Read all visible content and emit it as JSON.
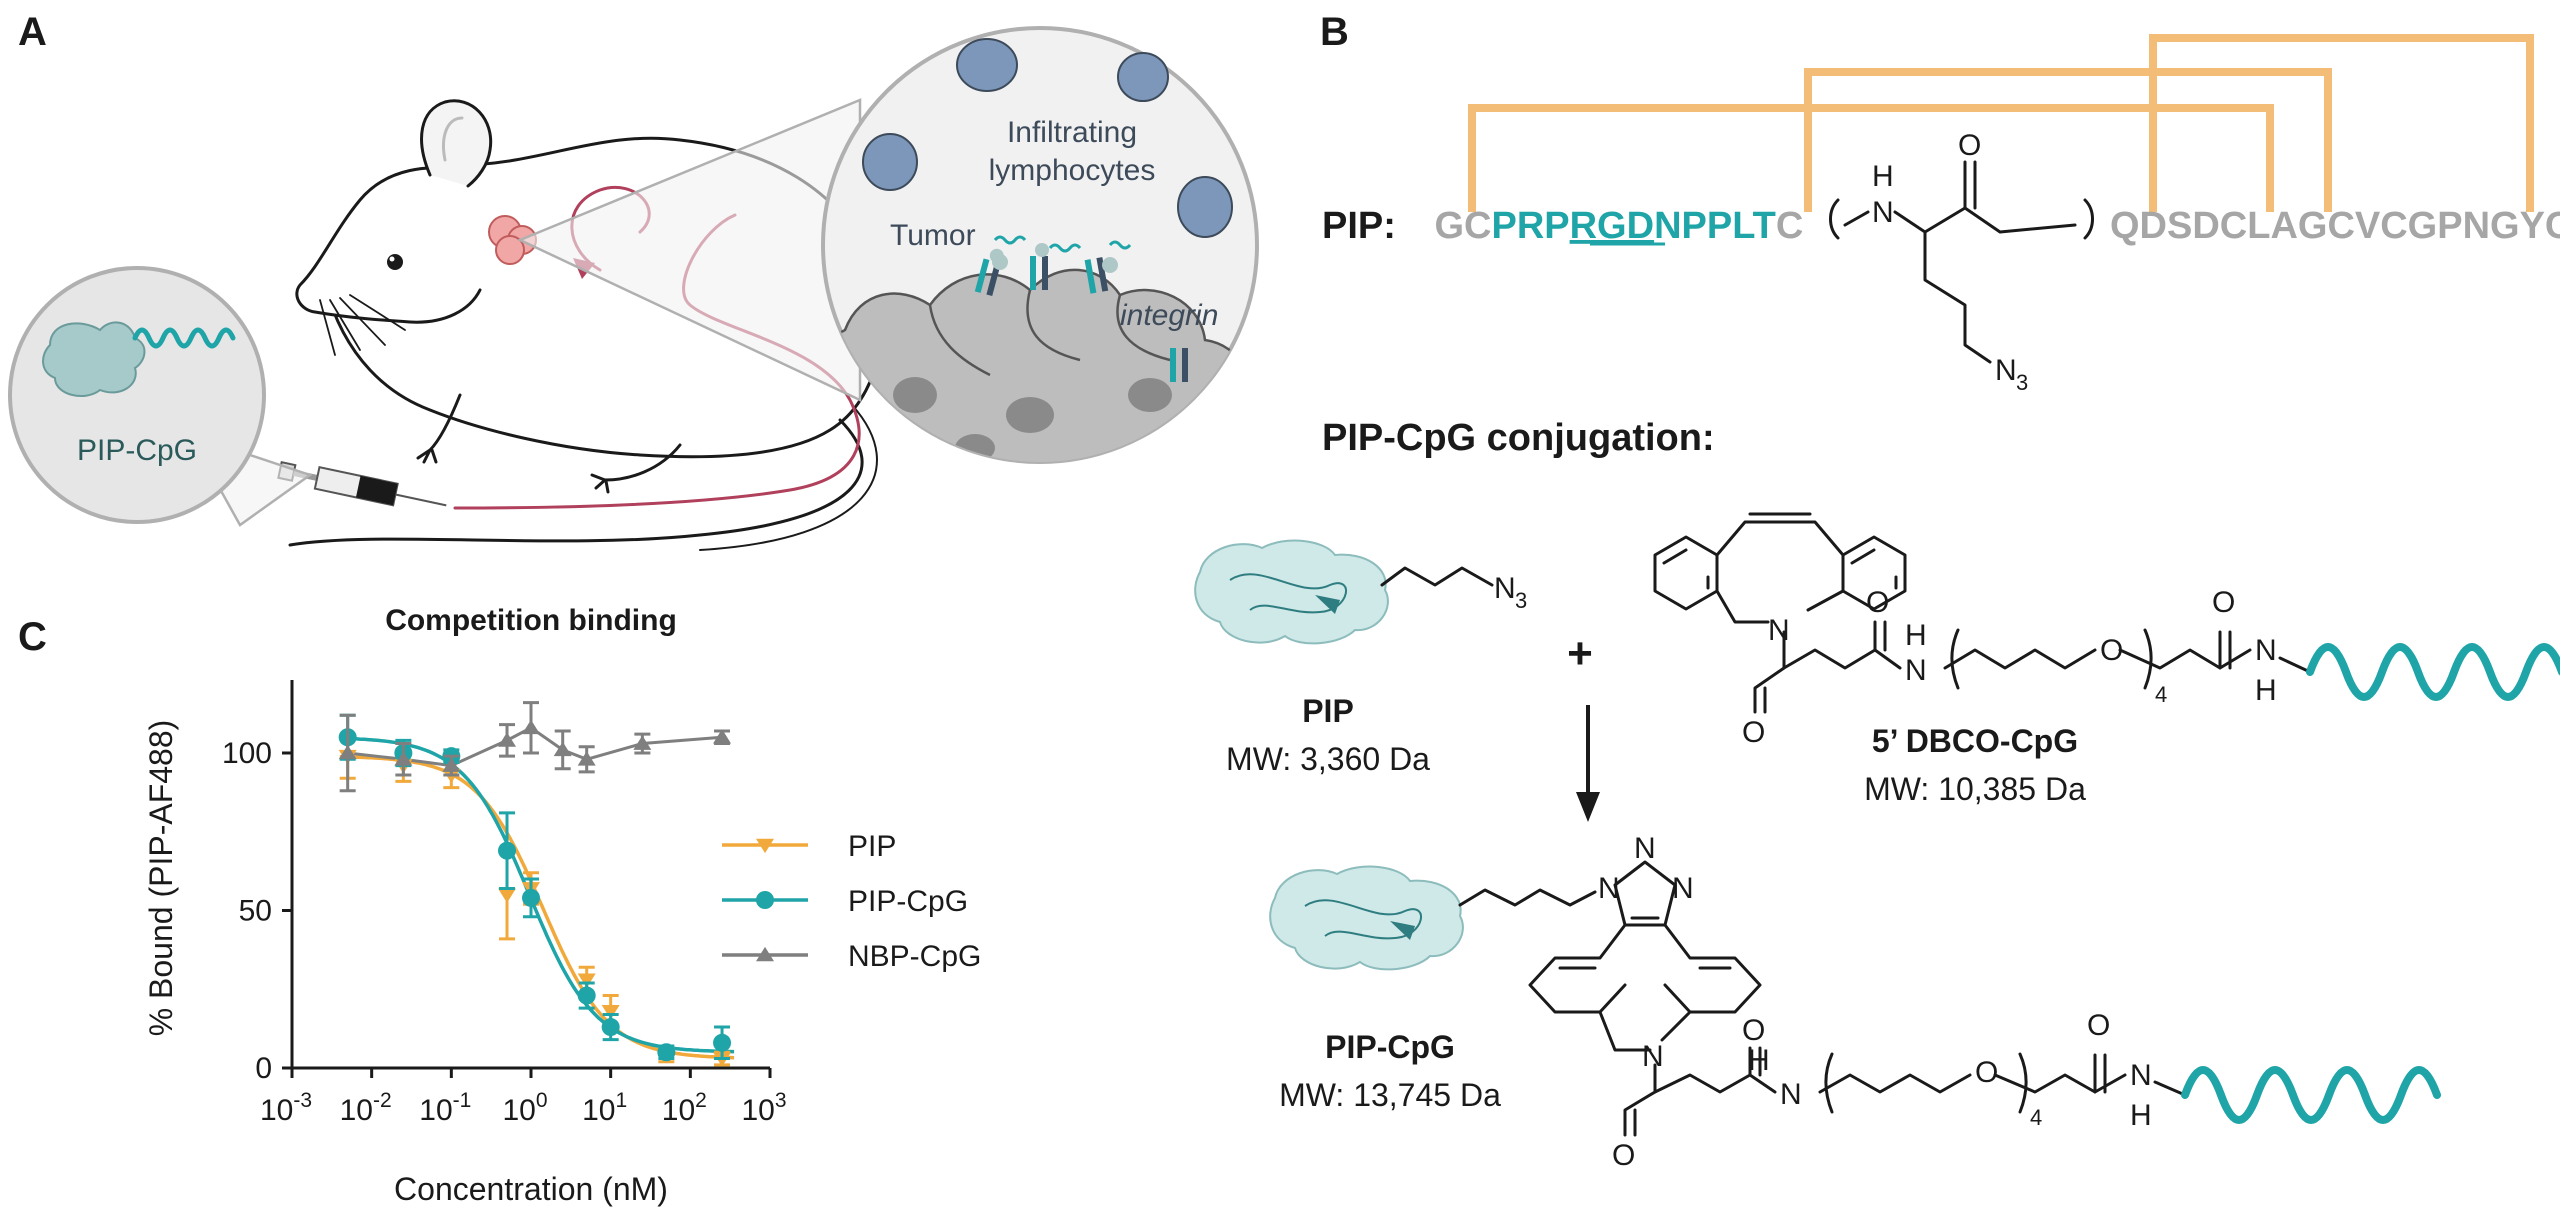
{
  "panels": {
    "a": {
      "label": "A",
      "zoom_text_1": "Infiltrating",
      "zoom_text_2": "lymphocytes",
      "tumor": "Tumor",
      "integrin": "integrin",
      "pip_cpg": "PIP-CpG",
      "colors": {
        "teal": "#1fa4a8",
        "crimson": "#b0405c",
        "cell_blue": "#7c97b9",
        "tumor_gray": "#bdbdbd"
      }
    },
    "b": {
      "label": "B",
      "pip_prefix": "PIP:",
      "seq_1": "GC",
      "seq_2": "PRP",
      "seq_3": "RGD",
      "seq_4": "NPPLT",
      "seq_5": "C",
      "seq_6": "QDSDCLAGCVCGPNGYCG",
      "conj_title": "PIP-CpG conjugation:",
      "plus": "+",
      "pip_name": "PIP",
      "pip_mw": "MW: 3,360 Da",
      "dbco_name": "5’ DBCO-CpG",
      "dbco_mw": "MW: 10,385 Da",
      "pipcpg_name": "PIP-CpG",
      "pipcpg_mw": "MW: 13,745 Da",
      "atoms": {
        "H": "H",
        "O": "O",
        "N": "N",
        "N3": "N",
        "sub3": "3",
        "sub4": "4"
      },
      "colors": {
        "orange": "#f4bd77",
        "teal": "#1fa4a8",
        "gray": "#a6a6a6"
      }
    },
    "c": {
      "label": "C"
    }
  },
  "chart_data": {
    "type": "scatter",
    "title": "Competition binding",
    "xlabel": "Concentration (nM)",
    "ylabel": "% Bound (PIP-AF488)",
    "x_scale": "log10",
    "xlim_exp": [
      -3,
      3
    ],
    "x_tick_exponents": [
      "-3",
      "-2",
      "-1",
      "0",
      "1",
      "2",
      "3"
    ],
    "ylim": [
      0,
      120
    ],
    "y_ticks": [
      "0",
      "50",
      "100"
    ],
    "legend_position": "right",
    "series": [
      {
        "name": "PIP",
        "color": "#f2a93b",
        "marker": "triangle-down",
        "fit": true,
        "x": [
          0.005,
          0.025,
          0.1,
          0.5,
          1.0,
          5,
          10,
          50,
          250
        ],
        "y": [
          99,
          96,
          93,
          55,
          57,
          28,
          18,
          4,
          3
        ],
        "err": [
          7,
          5,
          4,
          14,
          5,
          4,
          5,
          2,
          2
        ]
      },
      {
        "name": "PIP-CpG",
        "color": "#1fa4a8",
        "marker": "circle",
        "fit": true,
        "x": [
          0.005,
          0.025,
          0.1,
          0.5,
          1.0,
          5,
          10,
          50,
          250
        ],
        "y": [
          105,
          100,
          99,
          69,
          54,
          23,
          13,
          5,
          8
        ],
        "err": [
          7,
          4,
          2,
          12,
          6,
          4,
          4,
          2,
          5
        ]
      },
      {
        "name": "NBP-CpG",
        "color": "#7f7f7f",
        "marker": "triangle-up",
        "fit": false,
        "x": [
          0.005,
          0.025,
          0.1,
          0.5,
          1.0,
          2.5,
          5,
          25,
          250
        ],
        "y": [
          100,
          98,
          96,
          104,
          108,
          101,
          98,
          103,
          105
        ],
        "err": [
          12,
          5,
          3,
          5,
          8,
          6,
          4,
          3,
          2
        ]
      }
    ]
  }
}
